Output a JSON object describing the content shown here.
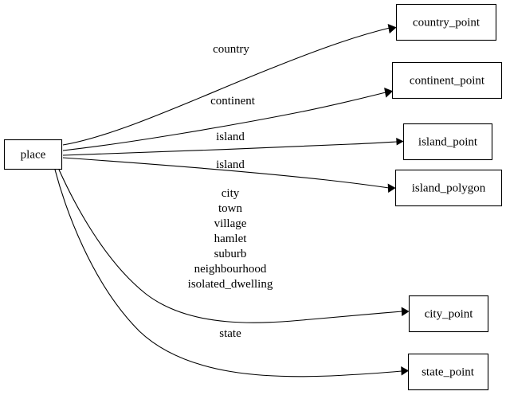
{
  "diagram": {
    "title": "place entity mapping diagram",
    "type": "directed-graph",
    "background_color": "#ffffff",
    "line_color": "#000000",
    "text_color": "#000000",
    "source_node": {
      "id": "place",
      "label": "place"
    },
    "target_nodes": [
      {
        "id": "country_point",
        "label": "country_point"
      },
      {
        "id": "continent_point",
        "label": "continent_point"
      },
      {
        "id": "island_point",
        "label": "island_point"
      },
      {
        "id": "island_polygon",
        "label": "island_polygon"
      },
      {
        "id": "city_point",
        "label": "city_point"
      },
      {
        "id": "state_point",
        "label": "state_point"
      }
    ],
    "edges": [
      {
        "from": "place",
        "to": "country_point",
        "label_lines": [
          "country"
        ]
      },
      {
        "from": "place",
        "to": "continent_point",
        "label_lines": [
          "continent"
        ]
      },
      {
        "from": "place",
        "to": "island_point",
        "label_lines": [
          "island"
        ]
      },
      {
        "from": "place",
        "to": "island_polygon",
        "label_lines": [
          "island"
        ]
      },
      {
        "from": "place",
        "to": "city_point",
        "label_lines": [
          "city",
          "town",
          "village",
          "hamlet",
          "suburb",
          "neighbourhood",
          "isolated_dwelling"
        ]
      },
      {
        "from": "place",
        "to": "state_point",
        "label_lines": [
          "state"
        ]
      }
    ]
  }
}
